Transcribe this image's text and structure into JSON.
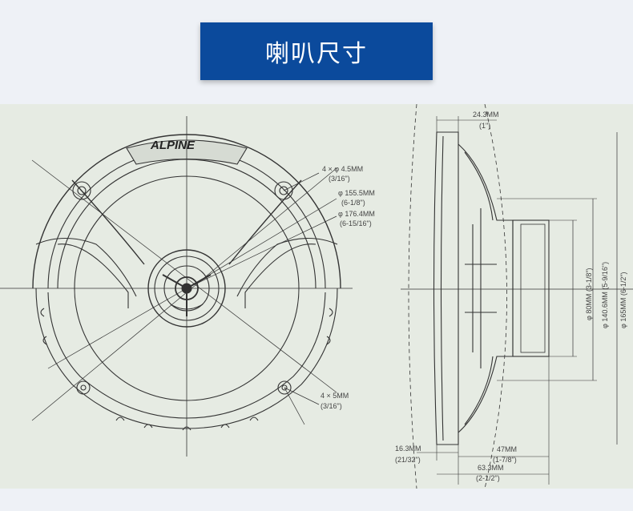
{
  "banner": {
    "title": "喇叭尺寸",
    "color": "#0b4a9c"
  },
  "brand": "ALPINE",
  "front_view": {
    "holes_top": {
      "line1": "4 × φ 4.5MM",
      "line2": "(3/16\")"
    },
    "dia_155": {
      "line1": "φ 155.5MM",
      "line2": "(6-1/8\")"
    },
    "dia_176": {
      "line1": "φ 176.4MM",
      "line2": "(6-15/16\")"
    },
    "holes_bottom": {
      "line1": "4 × 5MM",
      "line2": "(3/16\")"
    }
  },
  "side_view": {
    "top_depth": {
      "line1": "24.3MM",
      "line2": "(1\")"
    },
    "vertical": [
      {
        "text": "φ 80MM (3-1/8\")"
      },
      {
        "text": "φ 140.6MM (5-9/16\")"
      },
      {
        "text": "φ 165MM (6-1/2\")"
      }
    ],
    "left_depth": {
      "line1": "16.3MM",
      "line2": "(21/32\")"
    },
    "bottom_47": {
      "line1": "47MM",
      "line2": "(1-7/8\")"
    },
    "bottom_63": {
      "line1": "63.3MM",
      "line2": "(2-1/2\")"
    }
  }
}
